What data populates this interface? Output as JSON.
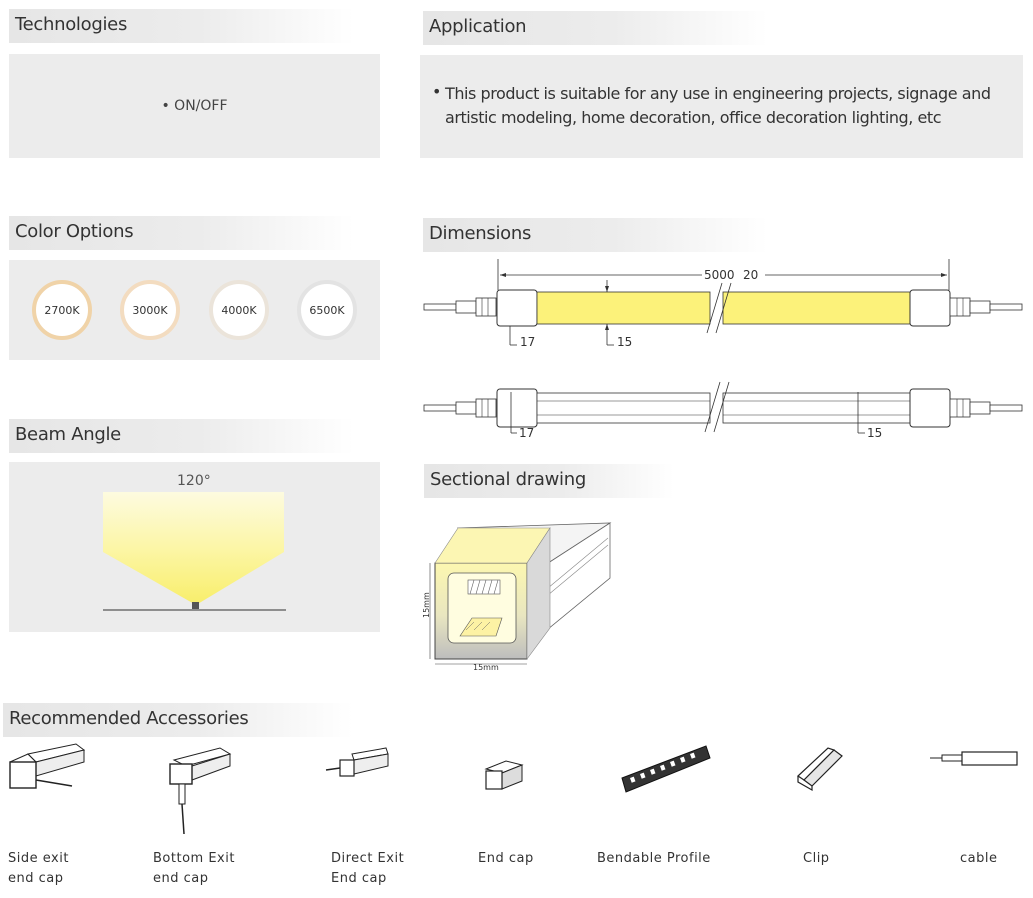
{
  "technologies": {
    "title": "Technologies",
    "item": "• ON/OFF"
  },
  "application": {
    "title": "Application",
    "line1": "This product is suitable for any use in engineering projects, signage and",
    "line2": "artistic modeling, home decoration, office decoration lighting, etc"
  },
  "color_options": {
    "title": "Color Options",
    "options": [
      {
        "label": "2700K",
        "ring": "#f0d3a8"
      },
      {
        "label": "3000K",
        "ring": "#f3dcc0"
      },
      {
        "label": "4000K",
        "ring": "#ebe4da"
      },
      {
        "label": "6500K",
        "ring": "#e6e6e6"
      }
    ]
  },
  "dimensions": {
    "title": "Dimensions",
    "length": "5000",
    "tolerance": "20",
    "cap_width": "17",
    "height_top": "15",
    "cap_width_side": "17",
    "height_side": "15"
  },
  "beam_angle": {
    "title": "Beam Angle",
    "angle": "120°"
  },
  "sectional": {
    "title": "Sectional drawing",
    "height": "15mm",
    "width": "15mm"
  },
  "accessories": {
    "title": "Recommended Accessories",
    "items": [
      {
        "line1": "Side exit",
        "line2": "end cap",
        "icon": "side-exit-end-cap-icon"
      },
      {
        "line1": "Bottom Exit",
        "line2": "end cap",
        "icon": "bottom-exit-end-cap-icon"
      },
      {
        "line1": "Direct Exit",
        "line2": "End cap",
        "icon": "direct-exit-end-cap-icon"
      },
      {
        "line1": "End cap",
        "line2": "",
        "icon": "end-cap-icon"
      },
      {
        "line1": "Bendable Profile",
        "line2": "",
        "icon": "bendable-profile-icon"
      },
      {
        "line1": "Clip",
        "line2": "",
        "icon": "clip-icon"
      },
      {
        "line1": "cable",
        "line2": "",
        "icon": "cable-icon"
      }
    ]
  },
  "colors": {
    "led_yellow": "#fcf27a",
    "panel_gray": "#ececec"
  }
}
